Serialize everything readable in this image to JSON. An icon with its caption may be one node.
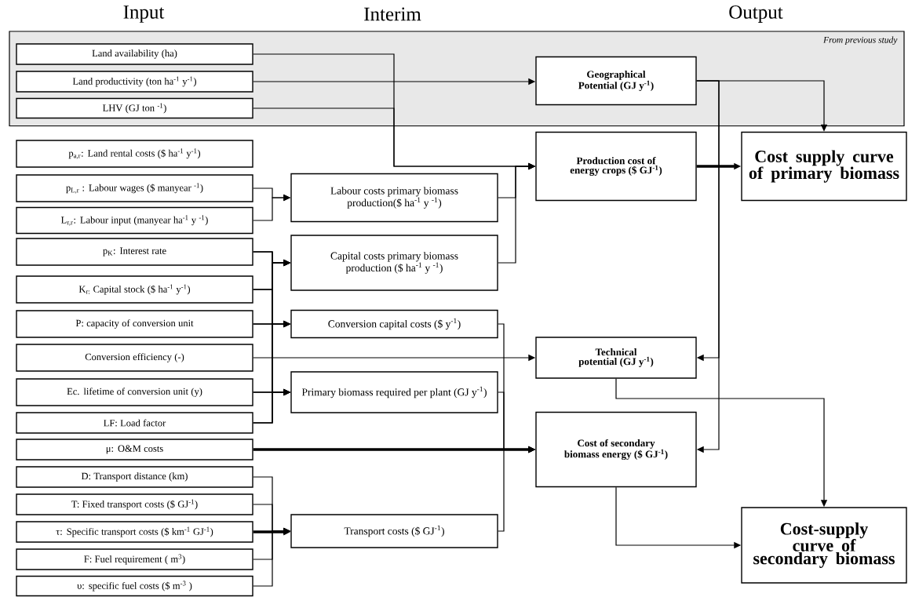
{
  "diagram": {
    "nodes": [
      {
        "text": [
          "From previous study"
        ]
      },
      {
        "text": [
          "Land availability (ha)"
        ],
        "in": 0
      },
      {
        "text": [
          "Land productivity (ton ha$^{-1}$ y$^{-1}$)"
        ],
        "in": 0
      },
      {
        "text": [
          "LHV (GJ ton $^{-1}$)"
        ],
        "in": 0
      },
      {
        "text": [
          "Geographical Potential (GJ y$^{-1}$)"
        ],
        "in": 0
      },
      {
        "text": [
          "p$_{a,r}$: Land rental costs ($ ha$^{-1}$ y$^{-1}$)"
        ]
      },
      {
        "text": [
          "p$_{L,r}$ : Labour wages ($ manyear $^{-1}$)"
        ]
      },
      {
        "text": [
          "L$_{r,r}$: Labour input (manyear ha$^{-1}$ y $^{-1}$)"
        ]
      },
      {
        "text": [
          "p$_{K}$: Interest rate"
        ]
      },
      {
        "text": [
          "K$_{r:}$ Capital stock ($ ha$^{-1}$ y$^{-1}$)"
        ]
      },
      {
        "text": [
          "P: capacity of conversion unit"
        ]
      },
      {
        "text": [
          "Conversion efficiency (-)"
        ]
      },
      {
        "text": [
          "Ec. lifetime of conversion unit (y)"
        ]
      },
      {
        "text": [
          "LF: Load factor"
        ]
      },
      {
        "text": [
          "μ: O&M costs"
        ]
      },
      {
        "text": [
          "D: Transport distance (km)"
        ]
      },
      {
        "text": [
          "T: Fixed transport costs ($  GJ$^{-1}$)"
        ]
      },
      {
        "text": [
          "τ: Specific transport costs ($ km$^{-1}$ GJ$^{-1}$)"
        ]
      },
      {
        "text": [
          "F: Fuel requirement ( m$^{3}$)"
        ]
      },
      {
        "text": [
          "υ: specific fuel costs ($ m$^{-3}$ )"
        ]
      },
      {
        "text": [
          "Labour costs primary biomass production($ ha$^{-1}$ y $^{-1}$)"
        ]
      },
      {
        "text": [
          "Capital costs primary biomass production ($ ha$^{-1}$ y $^{-1}$)"
        ]
      },
      {
        "text": [
          "Conversion capital costs ($ y$^{-1}$)"
        ]
      },
      {
        "text": [
          "Primary biomass required per plant (GJ y$^{-1}$)"
        ]
      },
      {
        "text": [
          "Transport costs ($ GJ$^{-1}$)"
        ]
      },
      {
        "text": [
          "Production cost of energy crops ($ GJ$^{-1}$)"
        ]
      },
      {
        "text": [
          "Technical potential (GJ y$^{-1}$)"
        ]
      },
      {
        "text": [
          "Cost of secondary biomass energy ($ GJ$^{-1}$)"
        ]
      },
      {
        "text": [
          "Cost supply curve of  primary biomass"
        ]
      },
      {
        "text": [
          "Cost-supply curve of secondary biomass"
        ]
      }
    ],
    "edges": [
      {
        "from": 1,
        "to": 25,
        "arrow": "to"
      },
      {
        "from": 2,
        "to": 4,
        "arrow": "to"
      },
      {
        "from": 3,
        "to": 25,
        "arrow": "to"
      },
      {
        "from": 6,
        "to": 20,
        "arrow": "to"
      },
      {
        "from": 7,
        "to": 20,
        "arrow": "to"
      },
      {
        "from": 8,
        "to": 21,
        "arrow": "to"
      },
      {
        "from": 9,
        "to": 21,
        "arrow": "to"
      },
      {
        "from": 10,
        "to": 21,
        "arrow": "to"
      },
      {
        "from": 12,
        "to": 21,
        "arrow": "to"
      },
      {
        "from": 13,
        "to": 21,
        "arrow": "to"
      },
      {
        "from": 8,
        "to": 22,
        "arrow": "to"
      },
      {
        "from": 9,
        "to": 22,
        "arrow": "to"
      },
      {
        "from": 10,
        "to": 22,
        "arrow": "to"
      },
      {
        "from": 12,
        "to": 22,
        "arrow": "to"
      },
      {
        "from": 13,
        "to": 22,
        "arrow": "to"
      },
      {
        "from": 8,
        "to": 23,
        "arrow": "to"
      },
      {
        "from": 9,
        "to": 23,
        "arrow": "to"
      },
      {
        "from": 10,
        "to": 23,
        "arrow": "to"
      },
      {
        "from": 12,
        "to": 23,
        "arrow": "to"
      },
      {
        "from": 13,
        "to": 23,
        "arrow": "to"
      },
      {
        "from": 11,
        "to": 26,
        "arrow": "to"
      },
      {
        "from": 14,
        "to": 27,
        "arrow": "to",
        "style": "thick"
      },
      {
        "from": 15,
        "to": 24,
        "arrow": "to"
      },
      {
        "from": 16,
        "to": 24,
        "arrow": "to"
      },
      {
        "from": 17,
        "to": 24,
        "arrow": "to",
        "style": "thick"
      },
      {
        "from": 18,
        "to": 24,
        "arrow": "to"
      },
      {
        "from": 19,
        "to": 24,
        "arrow": "to"
      },
      {
        "from": 20,
        "to": 25,
        "arrow": "to"
      },
      {
        "from": 21,
        "to": 25,
        "arrow": "to"
      },
      {
        "from": 22,
        "to": 27,
        "arrow": "to"
      },
      {
        "from": 23,
        "to": 27,
        "arrow": "to"
      },
      {
        "from": 24,
        "to": 27,
        "arrow": "to"
      },
      {
        "from": 4,
        "to": 28,
        "arrow": "to"
      },
      {
        "from": 4,
        "to": 26,
        "arrow": "to"
      },
      {
        "from": 4,
        "to": 27,
        "arrow": "to"
      },
      {
        "from": 25,
        "to": 28,
        "arrow": "to",
        "style": "thick"
      },
      {
        "from": 26,
        "to": 29,
        "arrow": "to"
      },
      {
        "from": 27,
        "to": 29,
        "arrow": "to"
      }
    ],
    "labels": [
      "Input",
      "Interim",
      "Output"
    ]
  }
}
